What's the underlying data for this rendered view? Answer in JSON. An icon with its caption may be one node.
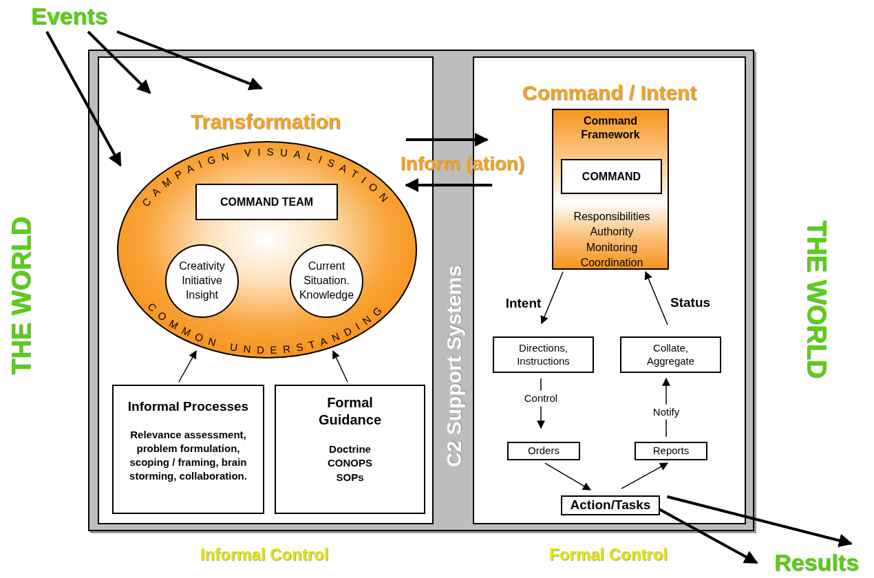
{
  "diagram": {
    "nodes": [
      {
        "text": [
          "Events"
        ]
      },
      {
        "text": [
          "C2 Support Systems"
        ]
      },
      {
        "text": [
          "Transformation"
        ],
        "in": 1
      },
      {
        "text": [
          "CAMPAIGN VISUALISATION",
          "COMMON UNDERSTANDING"
        ],
        "in": 2
      },
      {
        "text": [
          "COMMAND TEAM"
        ],
        "in": 3
      },
      {
        "text": [
          "Creativity Initiative Insight"
        ],
        "in": 3
      },
      {
        "text": [
          "Current Situation. Knowledge"
        ],
        "in": 3
      },
      {
        "text": [
          "Informal Processes",
          "Relevance assessment, problem formulation, scoping / framing, brain storming, collaboration."
        ],
        "in": 2
      },
      {
        "text": [
          "Formal Guidance",
          "Doctrine CONOPS SOPs"
        ],
        "in": 2
      },
      {
        "text": [
          "Command / Intent"
        ],
        "in": 1
      },
      {
        "text": [
          "Command Framework",
          "Responsibilities Authority Monitoring Coordination"
        ],
        "in": 9
      },
      {
        "text": [
          "COMMAND"
        ],
        "in": 10
      },
      {
        "text": [
          "Directions, Instructions"
        ],
        "in": 9
      },
      {
        "text": [
          "Collate, Aggregate"
        ],
        "in": 9
      },
      {
        "text": [
          "Orders"
        ],
        "in": 9
      },
      {
        "text": [
          "Reports"
        ],
        "in": 9
      },
      {
        "text": [
          "Action/Tasks"
        ],
        "in": 9
      },
      {
        "text": [
          "Results"
        ]
      }
    ],
    "edges": [
      {
        "from": 0,
        "to": 2,
        "arrow": "to",
        "style": "thick"
      },
      {
        "from": 0,
        "to": 2,
        "arrow": "to",
        "style": "thick"
      },
      {
        "from": 0,
        "to": 2,
        "arrow": "to",
        "style": "thick"
      },
      {
        "from": 2,
        "to": 9,
        "arrow": "to",
        "style": "thick"
      },
      {
        "from": 9,
        "to": 2,
        "arrow": "to",
        "style": "thick"
      },
      {
        "from": 7,
        "to": 3,
        "arrow": "to"
      },
      {
        "from": 8,
        "to": 3,
        "arrow": "to"
      },
      {
        "from": 10,
        "to": 12,
        "arrow": "to",
        "label": "Intent"
      },
      {
        "from": 13,
        "to": 10,
        "arrow": "to",
        "label": "Status"
      },
      {
        "from": 12,
        "to": 14,
        "arrow": "to",
        "label": "Control"
      },
      {
        "from": 15,
        "to": 13,
        "arrow": "to",
        "label": "Notify"
      },
      {
        "from": 14,
        "to": 16,
        "arrow": "to"
      },
      {
        "from": 16,
        "to": 15,
        "arrow": "to"
      },
      {
        "from": 16,
        "to": 17,
        "arrow": "to",
        "style": "thick"
      },
      {
        "from": 16,
        "to": 17,
        "arrow": "to",
        "style": "thick"
      }
    ],
    "labels": [
      "Inform (ation)",
      "THE WORLD",
      "THE WORLD",
      "Informal Control",
      "Formal Control"
    ]
  }
}
